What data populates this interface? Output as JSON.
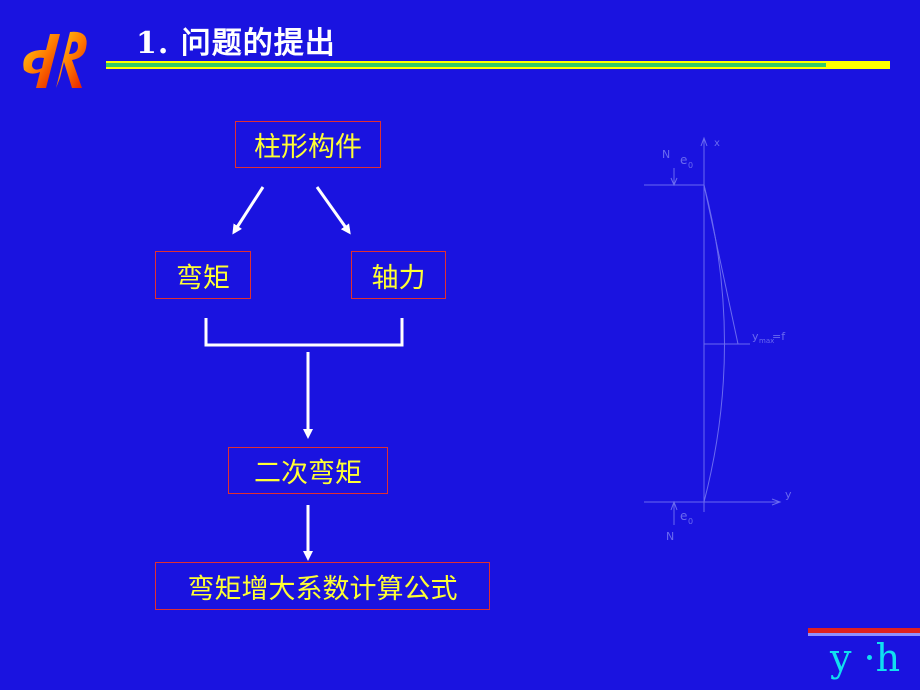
{
  "title": "1. 问题的提出",
  "logo_icon": "dr-logo-icon",
  "flow": {
    "top": "柱形构件",
    "left": "弯矩",
    "right": "轴力",
    "middle": "二次弯矩",
    "bottom": "弯矩增大系数计算公式"
  },
  "diagram": {
    "label_n_top": "N",
    "label_e0_top": "e",
    "label_e0_top_sub": "0",
    "label_x": "x",
    "label_ymax": "y",
    "label_ymax_sub": "max",
    "label_ymax_eq": "=f",
    "label_y": "y",
    "label_e0_bottom": "e",
    "label_e0_bottom_sub": "0",
    "label_n_bottom": "N"
  },
  "footer": {
    "text": "y ·h"
  },
  "colors": {
    "background": "#1a13e0",
    "box_text": "#ffff33",
    "box_border": "#e03030",
    "footer_text": "#10e0f0",
    "title_bar_yellow": "#ffff00",
    "title_bar_green": "#33cc66"
  }
}
